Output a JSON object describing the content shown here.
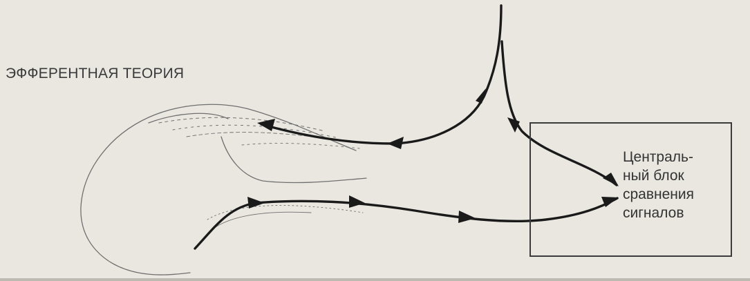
{
  "diagram": {
    "title": "ЭФФЕРЕНТНАЯ ТЕОРИЯ",
    "central_block": {
      "lines": [
        "Централь-",
        "ный блок",
        "сравнения",
        "сигналов"
      ]
    }
  },
  "colors": {
    "background": "#e9e7e0",
    "ink": "#1a1a1a",
    "text": "#333333",
    "eye_outline": "#6f6f6f"
  },
  "icons": {
    "eye": "eye-outline",
    "arrow": "arrowhead"
  }
}
